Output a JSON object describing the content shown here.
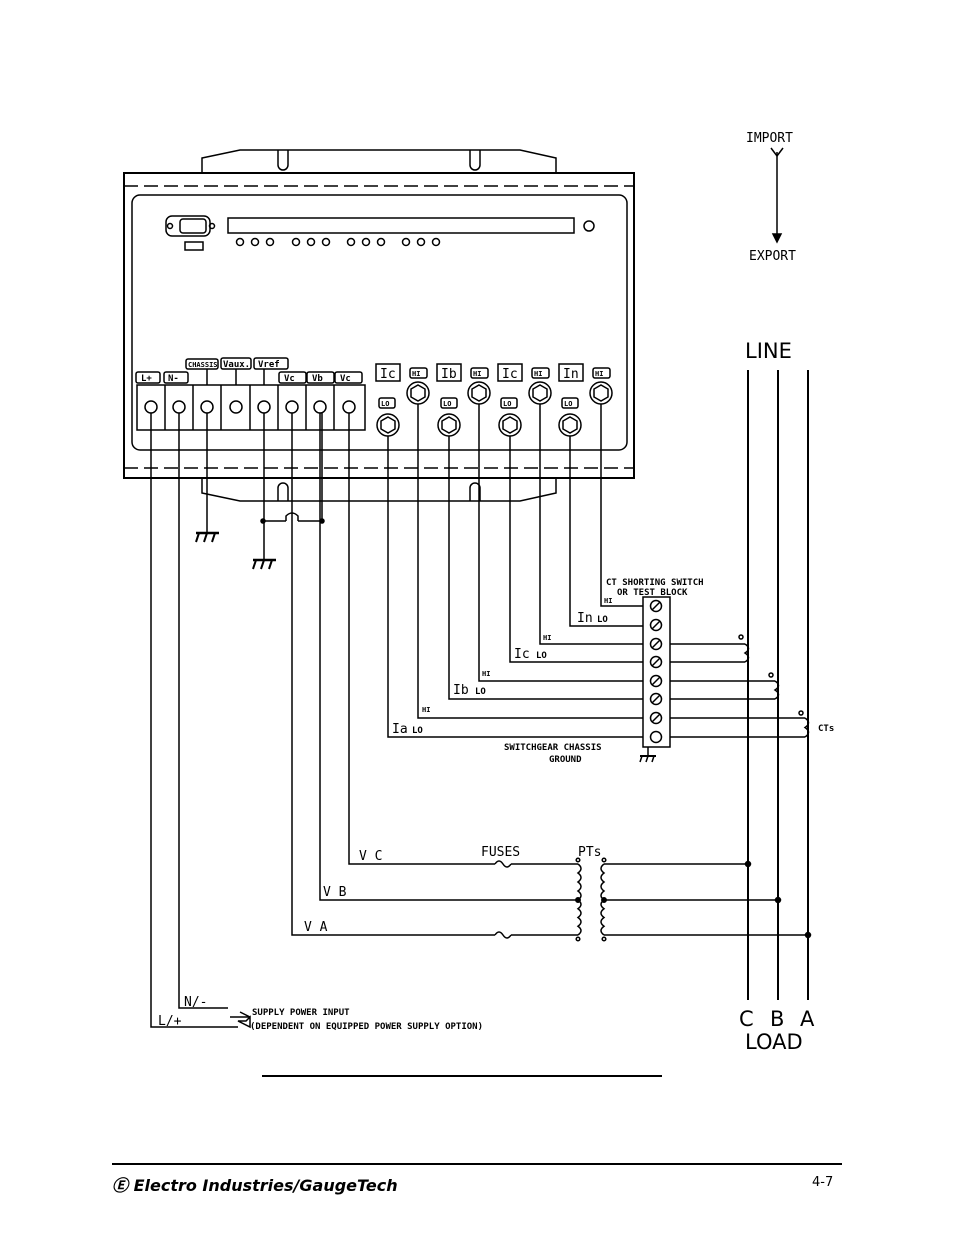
{
  "flow": {
    "import": "IMPORT",
    "export": "EXPORT"
  },
  "line": {
    "label": "LINE",
    "load": "LOAD",
    "phases": [
      "C",
      "B",
      "A"
    ]
  },
  "meter": {
    "power_terminals": [
      "L+",
      "N-"
    ],
    "chassis": "CHASSIS",
    "vaux": "Vaux.",
    "vref": "Vref",
    "voltage_terminals": [
      "Vc",
      "Vb",
      "Vc"
    ],
    "current_labels": [
      "Ic",
      "Ib",
      "Ic",
      "In"
    ],
    "hi": "HI",
    "lo": "LO"
  },
  "ct_block": {
    "title_line1": "CT SHORTING SWITCH",
    "title_line2": "OR TEST BLOCK",
    "ground_line1": "SWITCHGEAR CHASSIS",
    "ground_line2": "GROUND",
    "cts": "CTs",
    "in_lo": "In",
    "ic_lo": "Ic",
    "ib_lo": "Ib",
    "ia_lo": "Ia",
    "lo_suffix": "LO",
    "hi": "HI"
  },
  "voltage": {
    "vc": "V C",
    "vb": "V B",
    "va": "V A",
    "fuses": "FUSES",
    "pts": "PTs"
  },
  "supply": {
    "n": "N/-",
    "l": "L/+",
    "line1": "SUPPLY POWER INPUT",
    "line2": "(DEPENDENT ON EQUIPPED POWER SUPPLY OPTION)"
  },
  "footer": {
    "brand": "Electro Industries/GaugeTech",
    "page": "4-7"
  }
}
